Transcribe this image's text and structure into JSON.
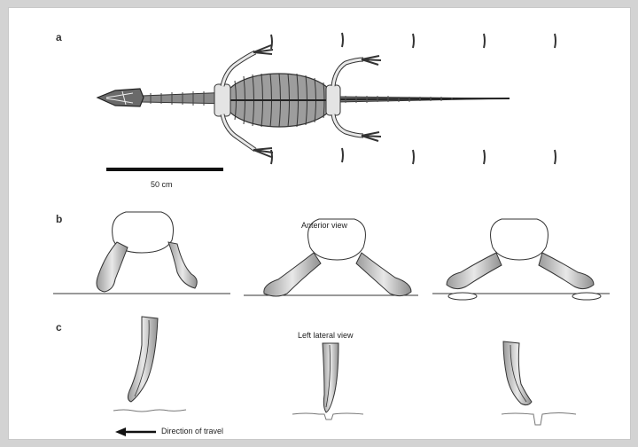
{
  "figure": {
    "panel_a": {
      "label": "a",
      "scale_bar_label": "50 cm"
    },
    "panel_b": {
      "label": "b",
      "view_title": "Anterior view"
    },
    "panel_c": {
      "label": "c",
      "view_title": "Left lateral view",
      "arrow_label": "Direction of travel"
    }
  },
  "colors": {
    "bone_fill": "#c9c9c9",
    "outline": "#333333",
    "background": "#ffffff",
    "border": "#d3d3d3"
  }
}
